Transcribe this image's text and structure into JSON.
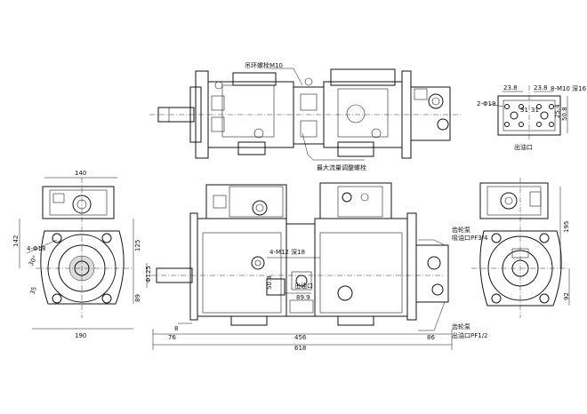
{
  "labels": {
    "lifting_bolt": "吊环螺栓M10",
    "max_flow_screw": "最大流量调整螺栓",
    "outlet_top": "出油口",
    "bolt_pattern": "8-M10 深16",
    "hole_2": "2-Φ19",
    "gear_pump_in_1": "齿轮泵",
    "gear_pump_in_2": "吸油口PF3/4",
    "gear_pump_out_1": "齿轮泵",
    "gear_pump_out_2": "出油口PF1/2",
    "mount_holes": "4-Φ18",
    "thread_holes": "4-M12 深18",
    "outlet_mid": "出油口",
    "shaft_dia": "Φ125"
  },
  "dims": {
    "d140": "140",
    "d142": "142",
    "d30": "30°",
    "d35": "35",
    "d125": "125",
    "d89": "89",
    "d190": "190",
    "d8": "8",
    "d76": "76",
    "d456": "456",
    "d86": "86",
    "d618": "618",
    "d195": "195",
    "d92": "92",
    "d50_8": "50.8",
    "d89_9": "89.9",
    "d23_8a": "23.8",
    "d23_8b": "23.8",
    "d31a": "31",
    "d31b": "31",
    "d25_4": "25.4",
    "d50_8b": "50.8"
  }
}
